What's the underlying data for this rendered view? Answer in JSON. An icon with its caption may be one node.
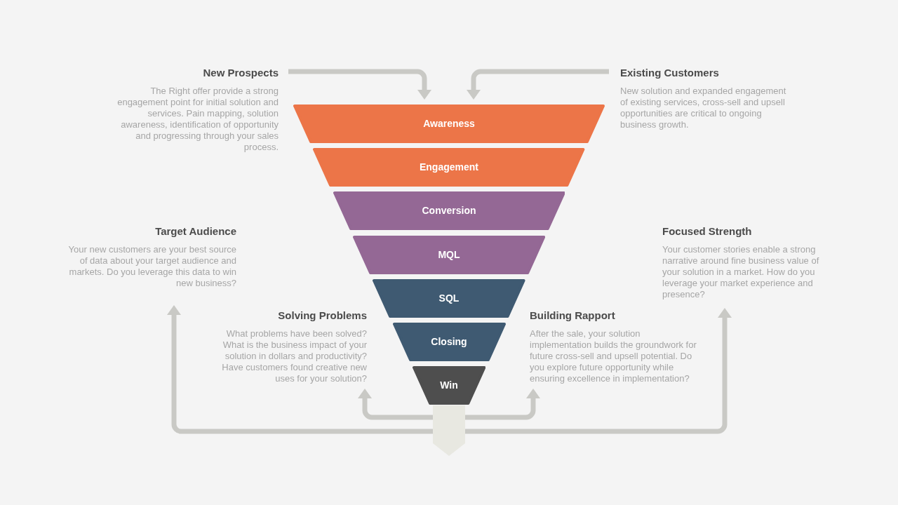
{
  "diagram": {
    "nodes": [
      {
        "text": [
          "New Prospects",
          "The Right offer provide a strong engagement point for initial solution and services. Pain mapping, solution awareness, identification of opportunity and progressing through your sales process."
        ]
      },
      {
        "text": [
          "Existing Customers",
          "New solution and expanded engagement of existing services, cross-sell and upsell opportunities are critical to ongoing business growth."
        ]
      },
      {
        "text": [
          "Awareness"
        ]
      },
      {
        "text": [
          "Engagement"
        ]
      },
      {
        "text": [
          "Conversion"
        ]
      },
      {
        "text": [
          "MQL"
        ]
      },
      {
        "text": [
          "SQL"
        ]
      },
      {
        "text": [
          "Closing"
        ]
      },
      {
        "text": [
          "Win"
        ]
      },
      {
        "text": [
          "Target Audience",
          "Your new customers are your best source of data about your target audience and markets. Do you leverage this data to win new business?"
        ]
      },
      {
        "text": [
          "Focused Strength",
          "Your customer stories enable a strong narrative around fine business value of your solution in a market. How do you leverage your market experience and presence?"
        ]
      },
      {
        "text": [
          "Solving Problems",
          "What problems have been solved? What is the business impact of your solution in dollars and productivity? Have customers found creative new uses for your solution?"
        ]
      },
      {
        "text": [
          "Building Rapport",
          "After the sale, your solution implementation builds the groundwork for future cross-sell and upsell potential. Do you explore future opportunity while ensuring excellence in implementation?"
        ]
      },
      {
        "text": [],
        "shape": "arrow"
      }
    ],
    "edges": [
      {
        "from": 0,
        "to": 2,
        "arrow": "to"
      },
      {
        "from": 1,
        "to": 2,
        "arrow": "to"
      },
      {
        "from": 13,
        "to": 11,
        "arrow": "to"
      },
      {
        "from": 13,
        "to": 12,
        "arrow": "to"
      },
      {
        "from": 13,
        "to": 9,
        "arrow": "to"
      },
      {
        "from": 13,
        "to": 10,
        "arrow": "to"
      }
    ]
  }
}
